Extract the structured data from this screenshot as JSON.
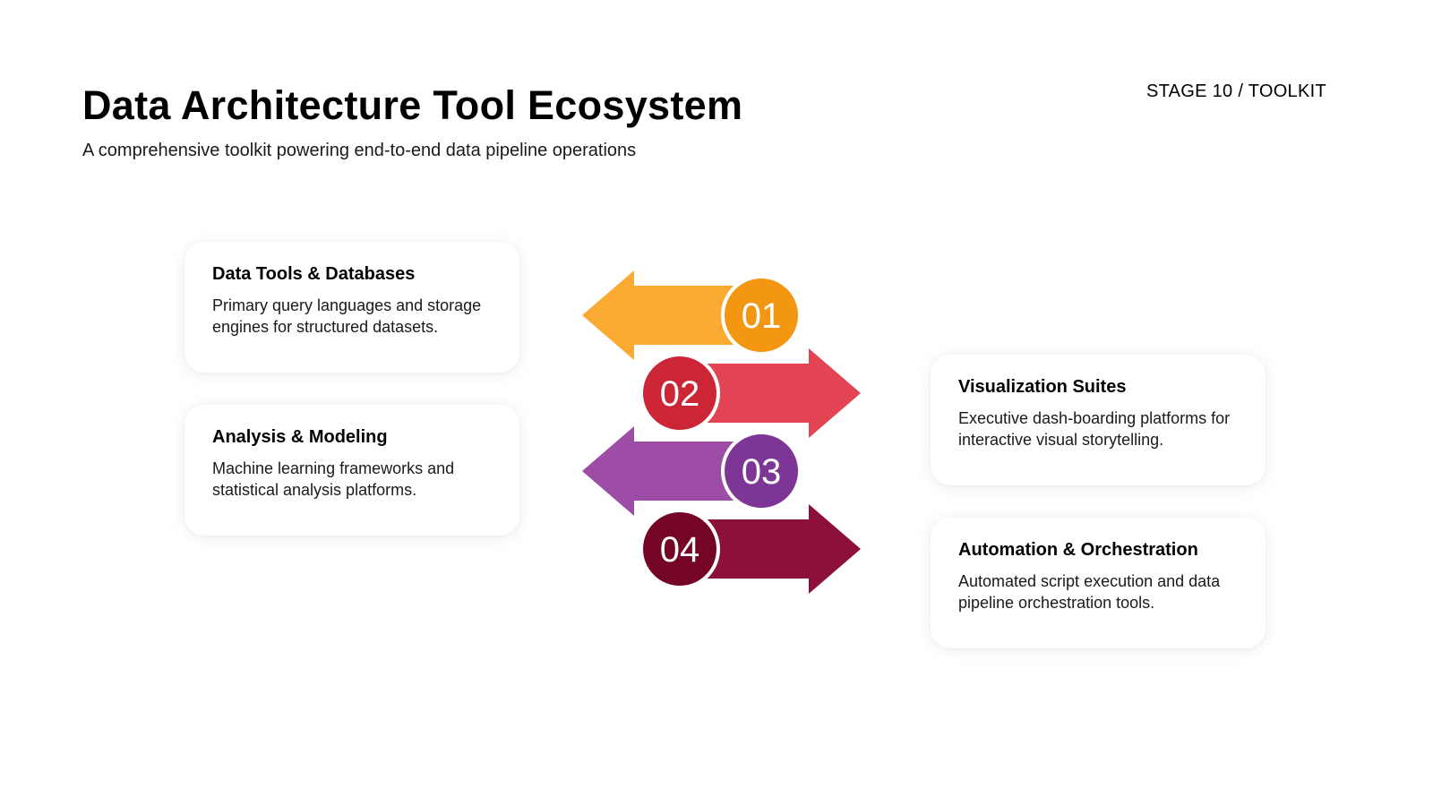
{
  "header": {
    "title": "Data Architecture Tool Ecosystem",
    "subtitle": "A comprehensive toolkit powering end-to-end data pipeline operations",
    "stage": "STAGE 10 / TOOLKIT"
  },
  "cards": [
    {
      "title": "Data Tools & Databases",
      "desc": "Primary query languages and storage engines for structured datasets."
    },
    {
      "title": "Analysis & Modeling",
      "desc": "Machine learning frameworks and statistical analysis platforms."
    },
    {
      "title": "Visualization Suites",
      "desc": "Executive dash-boarding platforms for interactive visual storytelling."
    },
    {
      "title": "Automation & Orchestration",
      "desc": "Automated script execution and data pipeline orchestration tools."
    }
  ],
  "steps": [
    {
      "number": "01",
      "direction": "left",
      "arrow_color": "#FBAB33",
      "circle_color": "#F39712",
      "number_color": "#111111"
    },
    {
      "number": "02",
      "direction": "right",
      "arrow_color": "#E24454",
      "circle_color": "#CC2535",
      "number_color": "#ffffff"
    },
    {
      "number": "03",
      "direction": "left",
      "arrow_color": "#9D4DA5",
      "circle_color": "#7D3596",
      "number_color": "#ffffff"
    },
    {
      "number": "04",
      "direction": "right",
      "arrow_color": "#8C1038",
      "circle_color": "#750527",
      "number_color": "#ffffff"
    }
  ]
}
